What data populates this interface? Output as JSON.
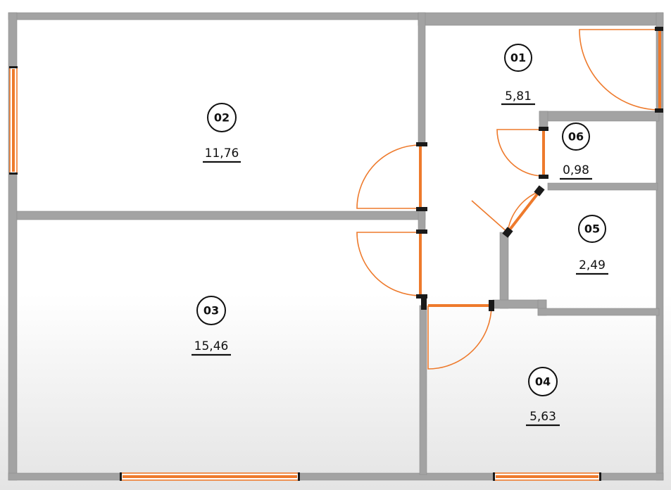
{
  "rooms": [
    {
      "id": "room-01",
      "number": "01",
      "area": "5,81"
    },
    {
      "id": "room-02",
      "number": "02",
      "area": "11,76"
    },
    {
      "id": "room-03",
      "number": "03",
      "area": "15,46"
    },
    {
      "id": "room-04",
      "number": "04",
      "area": "5,63"
    },
    {
      "id": "room-05",
      "number": "05",
      "area": "2,49"
    },
    {
      "id": "room-06",
      "number": "06",
      "area": "0,98"
    }
  ],
  "colors": {
    "wall": "#a3a3a3",
    "door_window": "#ee7a2c",
    "label": "#111111",
    "floor_shade": "#e4e4e4"
  }
}
